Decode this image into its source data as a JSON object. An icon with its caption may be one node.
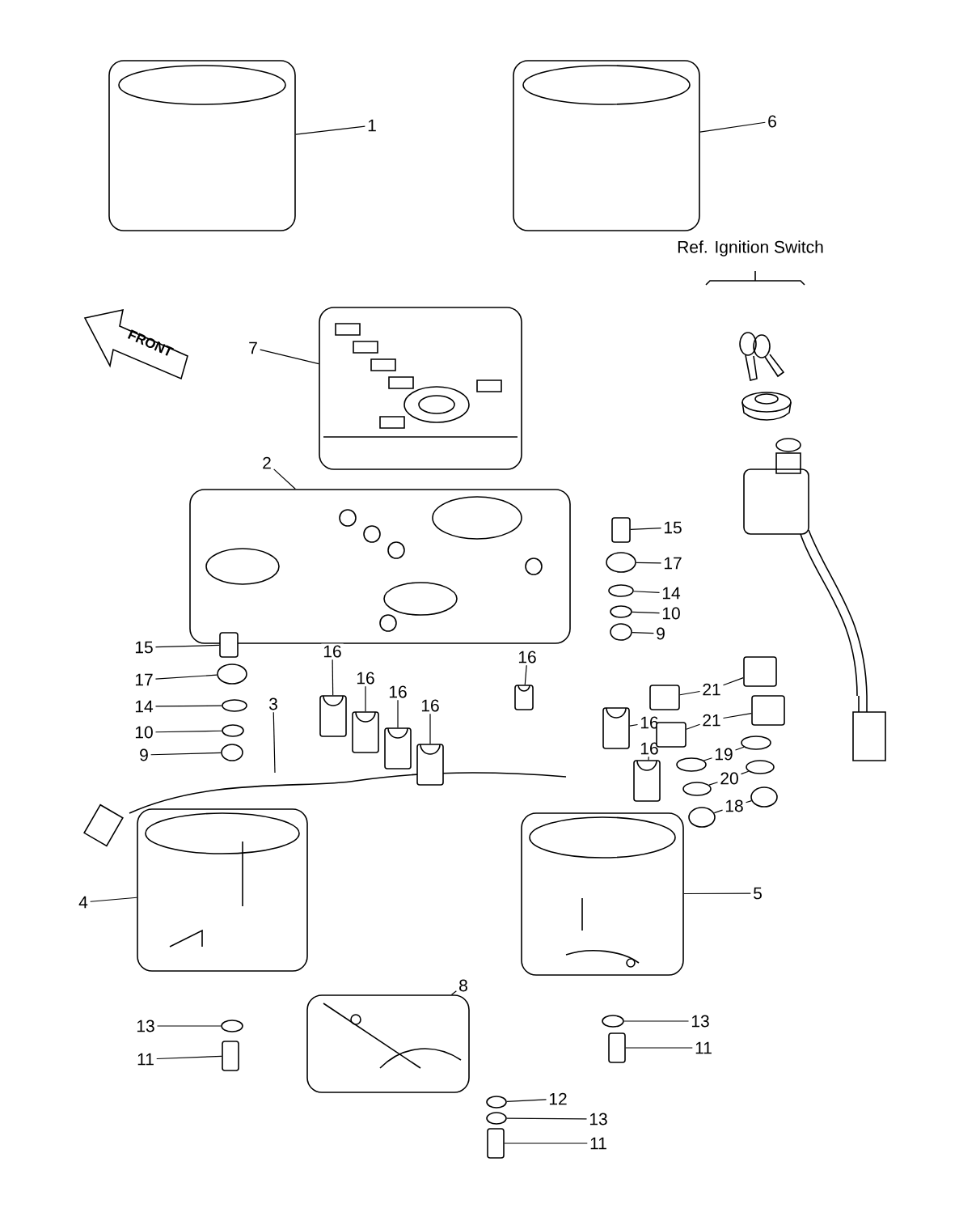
{
  "diagram": {
    "nodes": [
      {
        "text": [
          "1"
        ]
      },
      {
        "text": [],
        "shape": "picture"
      },
      {
        "text": [
          "6"
        ]
      },
      {
        "text": [],
        "shape": "picture"
      },
      {
        "text": [
          "7"
        ]
      },
      {
        "text": [],
        "shape": "picture"
      },
      {
        "text": [
          "2"
        ]
      },
      {
        "text": [],
        "shape": "picture"
      },
      {
        "text": [
          "15"
        ]
      },
      {
        "text": [],
        "shape": "cylinder"
      },
      {
        "text": [
          "17"
        ]
      },
      {
        "text": [],
        "shape": "circle"
      },
      {
        "text": [
          "14"
        ]
      },
      {
        "text": [],
        "shape": "circle"
      },
      {
        "text": [
          "10"
        ]
      },
      {
        "text": [],
        "shape": "circle"
      },
      {
        "text": [
          "9"
        ]
      },
      {
        "text": [],
        "shape": "circle"
      },
      {
        "text": [
          "3"
        ]
      },
      {
        "text": [
          "16"
        ]
      },
      {
        "text": [],
        "shape": "cylinder"
      },
      {
        "text": [
          "16"
        ]
      },
      {
        "text": [],
        "shape": "cylinder"
      },
      {
        "text": [
          "16"
        ]
      },
      {
        "text": [],
        "shape": "cylinder"
      },
      {
        "text": [
          "16"
        ]
      },
      {
        "text": [],
        "shape": "cylinder"
      },
      {
        "text": [
          "16"
        ]
      },
      {
        "text": [],
        "shape": "cylinder"
      },
      {
        "text": [
          "15"
        ]
      },
      {
        "text": [],
        "shape": "cylinder"
      },
      {
        "text": [
          "17"
        ]
      },
      {
        "text": [],
        "shape": "circle"
      },
      {
        "text": [
          "14"
        ]
      },
      {
        "text": [],
        "shape": "circle"
      },
      {
        "text": [
          "10"
        ]
      },
      {
        "text": [],
        "shape": "circle"
      },
      {
        "text": [
          "9"
        ]
      },
      {
        "text": [],
        "shape": "circle"
      },
      {
        "text": [
          "16"
        ]
      },
      {
        "text": [],
        "shape": "cylinder"
      },
      {
        "text": [
          "16"
        ]
      },
      {
        "text": [],
        "shape": "cylinder"
      },
      {
        "text": [
          "21"
        ]
      },
      {
        "text": [],
        "shape": "cylinder"
      },
      {
        "text": [],
        "shape": "cylinder"
      },
      {
        "text": [
          "21"
        ]
      },
      {
        "text": [],
        "shape": "cylinder"
      },
      {
        "text": [],
        "shape": "cylinder"
      },
      {
        "text": [
          "19"
        ]
      },
      {
        "text": [],
        "shape": "circle"
      },
      {
        "text": [],
        "shape": "circle"
      },
      {
        "text": [
          "20"
        ]
      },
      {
        "text": [],
        "shape": "circle"
      },
      {
        "text": [],
        "shape": "circle"
      },
      {
        "text": [
          "18"
        ]
      },
      {
        "text": [],
        "shape": "circle"
      },
      {
        "text": [],
        "shape": "circle"
      },
      {
        "text": [
          "4"
        ]
      },
      {
        "text": [],
        "shape": "picture"
      },
      {
        "text": [
          "5"
        ]
      },
      {
        "text": [],
        "shape": "picture"
      },
      {
        "text": [
          "8"
        ]
      },
      {
        "text": [],
        "shape": "picture"
      },
      {
        "text": [
          "13"
        ]
      },
      {
        "text": [],
        "shape": "circle"
      },
      {
        "text": [
          "11"
        ]
      },
      {
        "text": [],
        "shape": "cylinder"
      },
      {
        "text": [
          "13"
        ]
      },
      {
        "text": [],
        "shape": "circle"
      },
      {
        "text": [
          "11"
        ]
      },
      {
        "text": [],
        "shape": "cylinder"
      },
      {
        "text": [
          "12"
        ]
      },
      {
        "text": [],
        "shape": "circle"
      },
      {
        "text": [
          "13"
        ]
      },
      {
        "text": [],
        "shape": "circle"
      },
      {
        "text": [
          "11"
        ]
      },
      {
        "text": [],
        "shape": "cylinder"
      }
    ],
    "edges": [
      {
        "from": 0,
        "to": 1,
        "arrow": "none"
      },
      {
        "from": 2,
        "to": 3,
        "arrow": "none"
      },
      {
        "from": 4,
        "to": 5,
        "arrow": "none"
      },
      {
        "from": 6,
        "to": 7,
        "arrow": "none"
      },
      {
        "from": 8,
        "to": 9,
        "arrow": "none"
      },
      {
        "from": 10,
        "to": 11,
        "arrow": "none"
      },
      {
        "from": 12,
        "to": 13,
        "arrow": "none"
      },
      {
        "from": 14,
        "to": 15,
        "arrow": "none"
      },
      {
        "from": 16,
        "to": 17,
        "arrow": "none"
      },
      {
        "from": 18,
        "to": null,
        "arrow": "none"
      },
      {
        "from": 19,
        "to": 20,
        "arrow": "none"
      },
      {
        "from": 21,
        "to": 22,
        "arrow": "none"
      },
      {
        "from": 23,
        "to": 24,
        "arrow": "none"
      },
      {
        "from": 25,
        "to": 26,
        "arrow": "none"
      },
      {
        "from": 27,
        "to": 28,
        "arrow": "none"
      },
      {
        "from": 29,
        "to": 30,
        "arrow": "none"
      },
      {
        "from": 31,
        "to": 32,
        "arrow": "none"
      },
      {
        "from": 33,
        "to": 34,
        "arrow": "none"
      },
      {
        "from": 35,
        "to": 36,
        "arrow": "none"
      },
      {
        "from": 37,
        "to": 38,
        "arrow": "none"
      },
      {
        "from": 39,
        "to": 40,
        "arrow": "none"
      },
      {
        "from": 41,
        "to": 42,
        "arrow": "none"
      },
      {
        "from": 43,
        "to": 44,
        "arrow": "none"
      },
      {
        "from": 43,
        "to": 45,
        "arrow": "none"
      },
      {
        "from": 46,
        "to": 47,
        "arrow": "none"
      },
      {
        "from": 46,
        "to": 48,
        "arrow": "none"
      },
      {
        "from": 49,
        "to": 50,
        "arrow": "none"
      },
      {
        "from": 49,
        "to": 51,
        "arrow": "none"
      },
      {
        "from": 52,
        "to": 53,
        "arrow": "none"
      },
      {
        "from": 52,
        "to": 54,
        "arrow": "none"
      },
      {
        "from": 55,
        "to": 56,
        "arrow": "none"
      },
      {
        "from": 55,
        "to": 57,
        "arrow": "none"
      },
      {
        "from": 58,
        "to": 59,
        "arrow": "none"
      },
      {
        "from": 60,
        "to": 61,
        "arrow": "none"
      },
      {
        "from": 62,
        "to": 63,
        "arrow": "none"
      },
      {
        "from": 64,
        "to": 65,
        "arrow": "none"
      },
      {
        "from": 66,
        "to": 67,
        "arrow": "none"
      },
      {
        "from": 68,
        "to": 69,
        "arrow": "none"
      },
      {
        "from": 70,
        "to": 71,
        "arrow": "none"
      },
      {
        "from": 72,
        "to": 73,
        "arrow": "none"
      },
      {
        "from": 74,
        "to": 75,
        "arrow": "none"
      },
      {
        "from": 76,
        "to": 77,
        "arrow": "none"
      }
    ],
    "labels": [
      "Ref. Ignition Switch",
      "FRONT"
    ]
  }
}
